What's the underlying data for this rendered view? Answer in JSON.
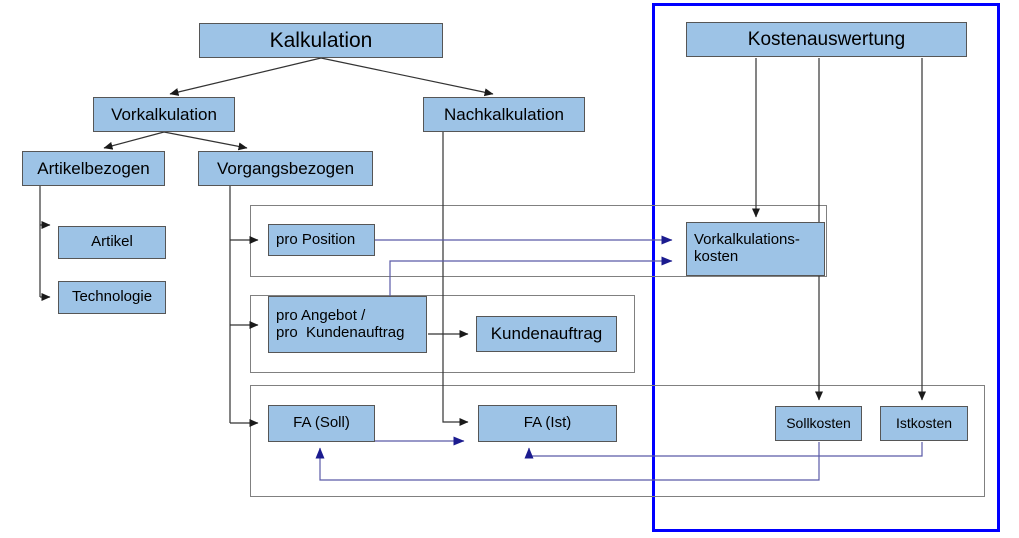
{
  "diagram": {
    "title_root": "Kalkulation",
    "colors": {
      "node_fill": "#9dc3e6",
      "node_border": "#565656",
      "group_border": "#808080",
      "highlight_frame": "#0000ff",
      "black_edge": "#333333",
      "blue_edge": "#4a4aa0",
      "blue_edge_dark": "#1b1b8f"
    },
    "nodes": {
      "kalkulation": "Kalkulation",
      "vorkalkulation": "Vorkalkulation",
      "nachkalkulation": "Nachkalkulation",
      "artikelbezogen": "Artikelbezogen",
      "vorgangsbezogen": "Vorgangsbezogen",
      "artikel": "Artikel",
      "technologie": "Technologie",
      "pro_position": "pro Position",
      "pro_angebot": "pro Angebot /\npro  Kundenauftrag",
      "kundenauftrag": "Kundenauftrag",
      "fa_soll": "FA (Soll)",
      "fa_ist": "FA (Ist)",
      "kostenauswertung": "Kostenauswertung",
      "vorkalkulationskosten": "Vorkalkulations-\nkosten",
      "sollkosten": "Sollkosten",
      "istkosten": "Istkosten"
    }
  }
}
